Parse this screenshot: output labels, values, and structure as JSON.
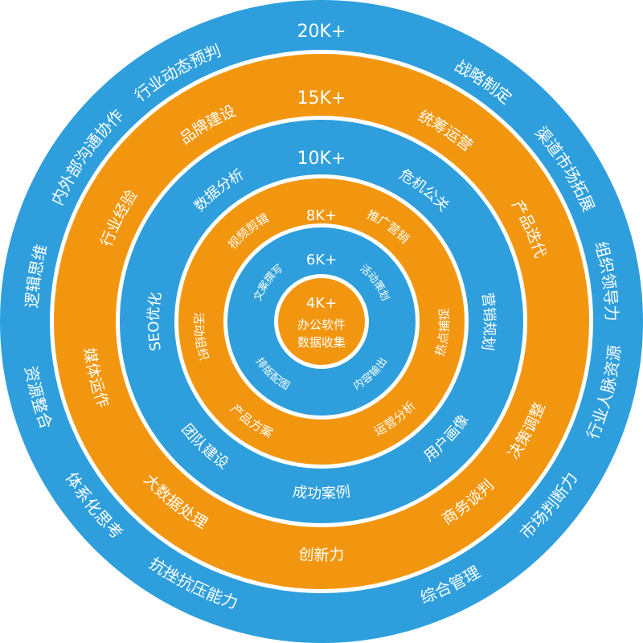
{
  "colors": {
    "blue": "#2e9fdc",
    "orange": "#f3960f",
    "gap": "#ffffff",
    "text": "#ffffff"
  },
  "rings": [
    {
      "id": "ring-20k",
      "label": "20K+",
      "color": "blue",
      "skills": [
        "战略制定",
        "渠道市场拓展",
        "组织领导力",
        "行业人脉资源",
        "市场判断力",
        "综合管理",
        "抗挫抗压能力",
        "体系化思考",
        "资源整合",
        "逻辑思维",
        "内外部沟通协作",
        "行业动态预判"
      ]
    },
    {
      "id": "ring-15k",
      "label": "15K+",
      "color": "orange",
      "skills": [
        "统筹运营",
        "产品迭代",
        "决策调整",
        "商务谈判",
        "创新力",
        "大数据处理",
        "媒体运作",
        "行业经验",
        "品牌建设"
      ]
    },
    {
      "id": "ring-10k",
      "label": "10K+",
      "color": "blue",
      "skills": [
        "危机公关",
        "营销规划",
        "用户画像",
        "成功案例",
        "团队建设",
        "SEO优化",
        "数据分析"
      ]
    },
    {
      "id": "ring-8k",
      "label": "8K+",
      "color": "orange",
      "skills": [
        "推广营销",
        "热点捕捉",
        "运营分析",
        "产品方案",
        "活动组织",
        "视频剪辑"
      ]
    },
    {
      "id": "ring-6k",
      "label": "6K+",
      "color": "blue",
      "skills": [
        "活动策划",
        "内容输出",
        "排版配图",
        "文案撰写"
      ]
    }
  ],
  "center": {
    "label": "4K+",
    "lines": [
      "办公软件",
      "数据收集"
    ],
    "color": "orange"
  }
}
